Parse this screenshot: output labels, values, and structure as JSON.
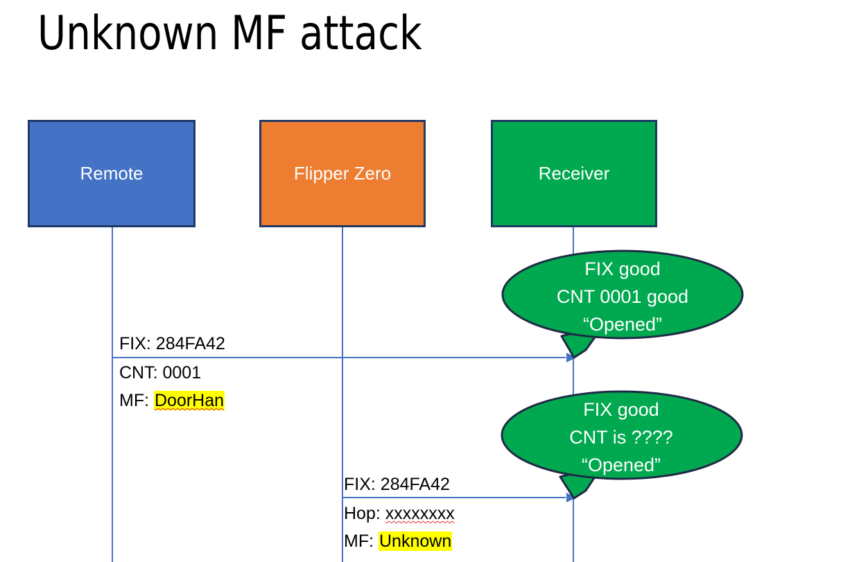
{
  "slide": {
    "title": "Unknown MF attack",
    "background": "#FFFFFF"
  },
  "colors": {
    "remote_fill": "#4472C4",
    "flipper_fill": "#ED7D31",
    "receiver_fill": "#00A94F",
    "box_border": "#1F3864",
    "lifeline": "#4472C4",
    "arrow": "#4472C4",
    "bubble_fill": "#00A94F",
    "bubble_border": "#1F2A44",
    "highlight": "#FFFF00",
    "spellcheck_underline": "#E03030",
    "text_dark": "#000000",
    "text_light": "#FFFFFF"
  },
  "actors": [
    {
      "id": "remote",
      "label": "Remote"
    },
    {
      "id": "flipper",
      "label": "Flipper Zero"
    },
    {
      "id": "receiver",
      "label": "Receiver"
    }
  ],
  "messages": [
    {
      "id": "msg-remote-to-receiver",
      "from": "remote",
      "to": "receiver",
      "lines": [
        {
          "prefix": "FIX: ",
          "value": "284FA42",
          "highlight": false,
          "spellcheck": false
        },
        {
          "prefix": "CNT: ",
          "value": "0001",
          "highlight": false,
          "spellcheck": false
        },
        {
          "prefix": "MF: ",
          "value": "DoorHan",
          "highlight": true,
          "spellcheck": true
        }
      ]
    },
    {
      "id": "msg-flipper-to-receiver",
      "from": "flipper",
      "to": "receiver",
      "lines": [
        {
          "prefix": "FIX: ",
          "value": "284FA42",
          "highlight": false,
          "spellcheck": false
        },
        {
          "prefix": "Hop: ",
          "value": "xxxxxxxx",
          "highlight": false,
          "spellcheck": true
        },
        {
          "prefix": "MF: ",
          "value": "Unknown",
          "highlight": true,
          "spellcheck": false
        }
      ]
    }
  ],
  "bubbles": [
    {
      "id": "bubble-first-response",
      "lines": [
        "FIX good",
        "CNT 0001 good",
        "“Opened”"
      ]
    },
    {
      "id": "bubble-second-response",
      "lines": [
        "FIX good",
        "CNT is ????",
        "“Opened”"
      ]
    }
  ]
}
